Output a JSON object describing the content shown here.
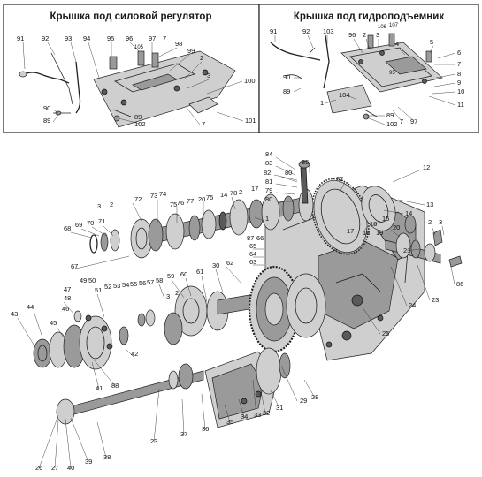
{
  "panels": {
    "left_title": "Крышка под силовой регулятор",
    "right_title": "Крышка под гидроподъемник"
  },
  "callouts": {
    "left_panel": [
      "91",
      "92",
      "93",
      "94",
      "95",
      "96",
      "105",
      "97",
      "7",
      "98",
      "99",
      "2",
      "3",
      "100",
      "101",
      "7",
      "102",
      "89",
      "90",
      "89"
    ],
    "right_panel": [
      "91",
      "92",
      "103",
      "96",
      "2",
      "3",
      "106",
      "107",
      "4",
      "5",
      "6",
      "7",
      "8",
      "9",
      "10",
      "11",
      "97",
      "7",
      "89",
      "102",
      "104",
      "1",
      "89",
      "90",
      "95"
    ],
    "main": [
      "84",
      "83",
      "82",
      "80",
      "81",
      "79",
      "17",
      "80",
      "85",
      "22",
      "12",
      "13",
      "14",
      "15",
      "16",
      "17",
      "18",
      "19",
      "20",
      "21",
      "2",
      "3",
      "86",
      "23",
      "24",
      "25",
      "68",
      "69",
      "70",
      "71",
      "3",
      "2",
      "72",
      "73",
      "74",
      "75",
      "76",
      "77",
      "20",
      "75",
      "78",
      "14",
      "2",
      "1",
      "65",
      "64",
      "63",
      "66",
      "87",
      "62",
      "59",
      "58",
      "57",
      "56",
      "55",
      "54",
      "53",
      "52",
      "51",
      "50",
      "49",
      "47",
      "48",
      "46",
      "45",
      "44",
      "43",
      "60",
      "61",
      "30",
      "2",
      "3",
      "42",
      "41",
      "88",
      "29",
      "28",
      "31",
      "32",
      "33",
      "34",
      "35",
      "36",
      "37",
      "23",
      "38",
      "39",
      "40",
      "27",
      "26",
      "67"
    ]
  }
}
